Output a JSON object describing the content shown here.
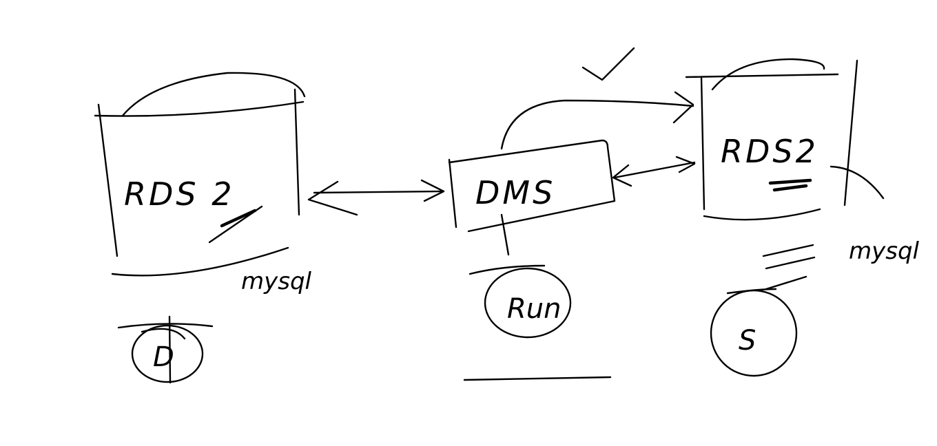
{
  "nodes": {
    "rds1": {
      "label": "RDS 2",
      "note": "mysql"
    },
    "dms": {
      "label": "DMS"
    },
    "run": {
      "label": "Run"
    },
    "rds2": {
      "label": "RDS2",
      "note": "mysql"
    },
    "s": {
      "label": "S"
    },
    "d": {
      "label": "D"
    }
  },
  "colors": {
    "ink": "#000000",
    "background": "#ffffff"
  }
}
